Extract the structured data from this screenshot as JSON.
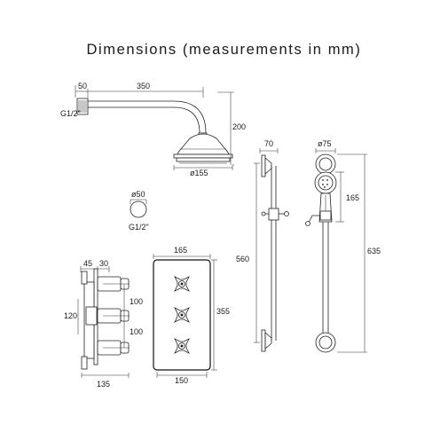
{
  "title": "Dimensions (measurements in mm)",
  "labels": {
    "arm_offset": "50",
    "arm_length": "350",
    "arm_thread": "G1/2\"",
    "arm_drop": "200",
    "head_diameter": "ø155",
    "outlet_diameter": "ø50",
    "outlet_thread": "G1/2\"",
    "valve_depth_a": "45",
    "valve_depth_b": "30",
    "valve_pitch_a": "100",
    "valve_pitch_b": "100",
    "valve_body": "120",
    "valve_total_depth": "135",
    "plate_width": "165",
    "plate_height": "355",
    "plate_body_width": "150",
    "rail_projection": "70",
    "handset_diameter": "ø75",
    "handset_length": "165",
    "rail_height": "560",
    "rail_total": "635"
  }
}
